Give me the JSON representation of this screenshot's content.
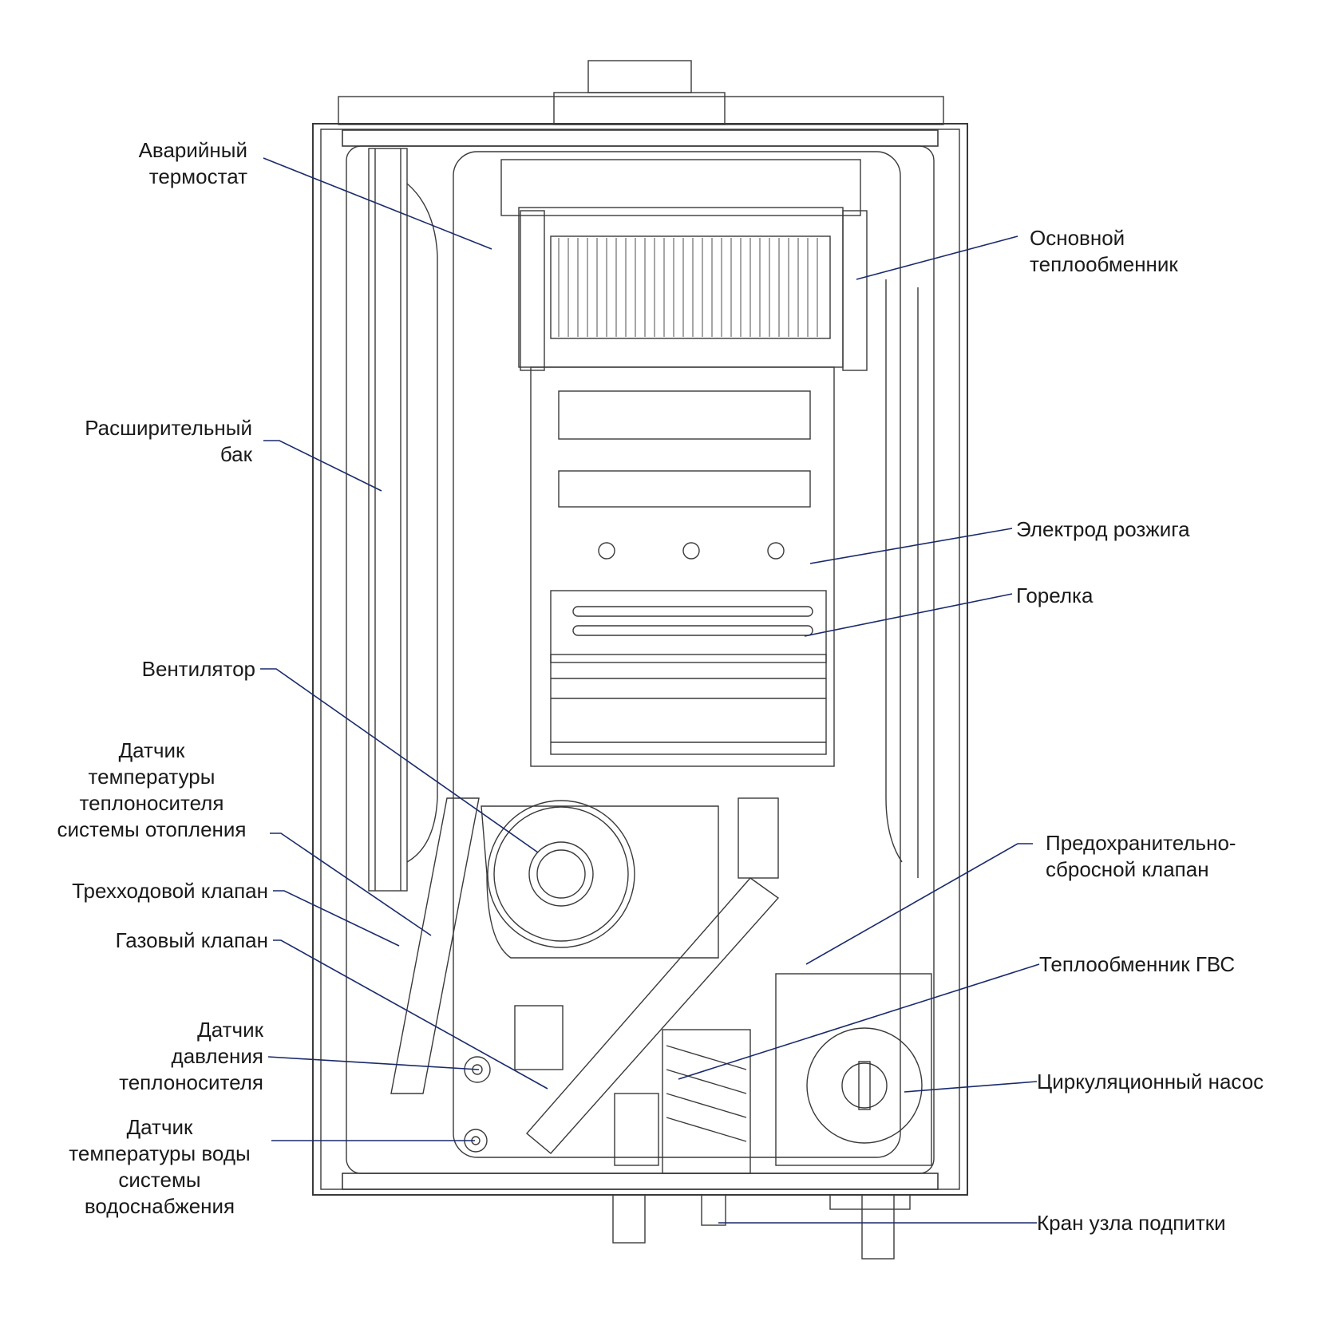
{
  "labels": {
    "emergency_thermostat": [
      "Аварийный",
      "термостат"
    ],
    "main_heat_exchanger": [
      "Основной",
      "теплообменник"
    ],
    "expansion_tank": [
      "Расширительный",
      "бак"
    ],
    "ignition_electrode": [
      "Электрод розжига"
    ],
    "burner": [
      "Горелка"
    ],
    "fan": [
      "Вентилятор"
    ],
    "heating_temp_sensor": [
      "Датчик",
      "температуры",
      "теплоносителя",
      "системы отопления"
    ],
    "three_way_valve": [
      "Трехходовой клапан"
    ],
    "gas_valve": [
      "Газовый клапан"
    ],
    "safety_relief_valve": [
      "Предохранительно-",
      "сбросной клапан"
    ],
    "dhw_heat_exchanger": [
      "Теплообменник ГВС"
    ],
    "pressure_sensor": [
      "Датчик",
      "давления",
      "теплоносителя"
    ],
    "circulation_pump": [
      "Циркуляционный насос"
    ],
    "dhw_temp_sensor": [
      "Датчик",
      "температуры воды",
      "системы",
      "водоснабжения"
    ],
    "fill_valve": [
      "Кран узла подпитки"
    ]
  },
  "colors": {
    "leader_line": "#1a2a6c",
    "drawing_line": "#3a3a3a",
    "text": "#1a1a1a"
  }
}
